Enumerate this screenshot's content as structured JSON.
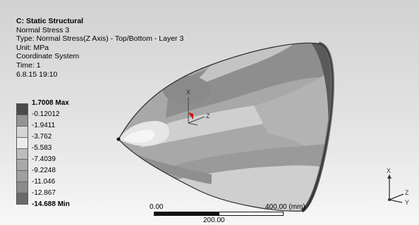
{
  "info": {
    "title": "C: Static Structural",
    "result_name": "Normal Stress 3",
    "type_line": "Type: Normal Stress(Z Axis) - Top/Bottom - Layer 3",
    "unit_line": "Unit: MPa",
    "coord_line": "Coordinate System",
    "time_line": "Time: 1",
    "date_line": "6.8.15 19:10"
  },
  "legend": {
    "labels": [
      "1.7008 Max",
      "-0.12012",
      "-1.9411",
      "-3.762",
      "-5.583",
      "-7.4039",
      "-9.2248",
      "-11.046",
      "-12.867",
      "-14.688 Min"
    ],
    "colors": [
      "#4a4a4a",
      "#939393",
      "#d5d5d5",
      "#ececec",
      "#bdbdbd",
      "#a9a9a9",
      "#a0a0a0",
      "#8b8b8b",
      "#6a6a6a",
      "#1e1e1e"
    ]
  },
  "scale_bar": {
    "left_label": "0.00",
    "right_label": "400.00 (mm)",
    "mid_label": "200.00"
  },
  "axes": {
    "x": "X",
    "y": "Y",
    "z": "Z"
  }
}
